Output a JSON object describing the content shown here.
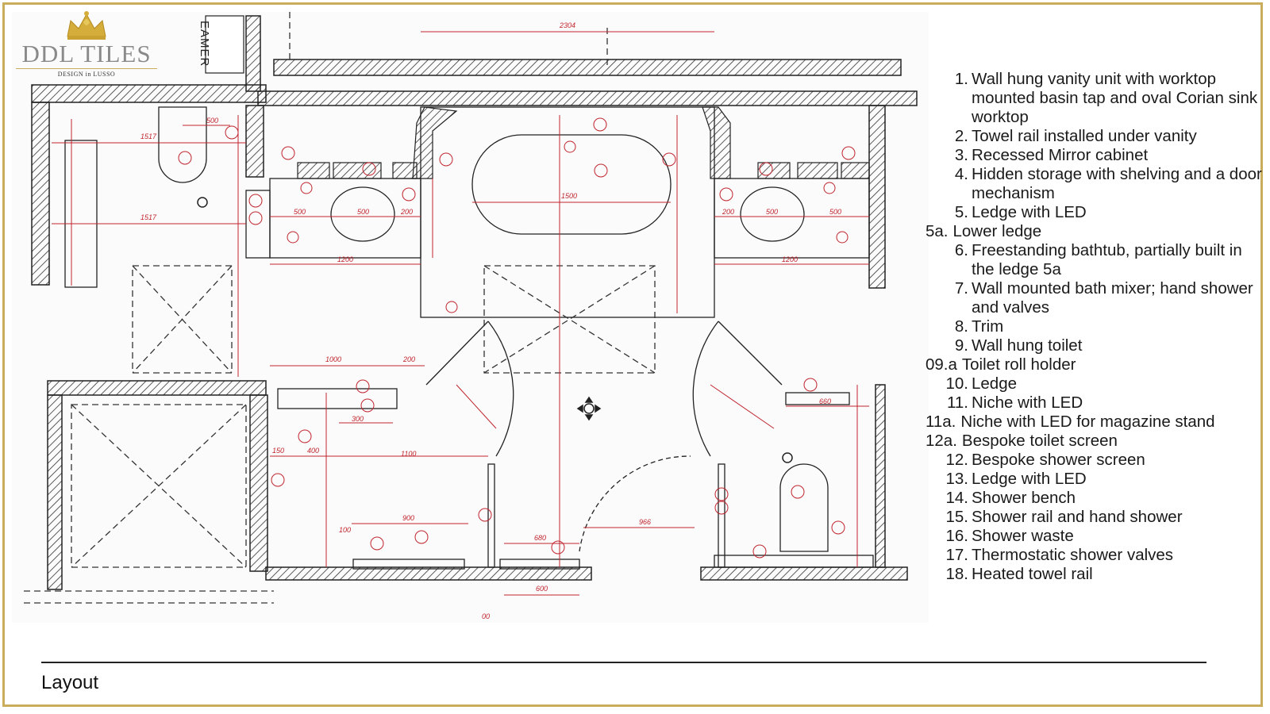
{
  "brand": {
    "name": "DDL TILES",
    "tagline": "DESIGN in LUSSO",
    "accent_color": "#c9ad5c"
  },
  "plan": {
    "room_tag": "EAMER",
    "dimension_color": "#c0252e"
  },
  "legend": [
    {
      "num": "1.",
      "text": "Wall hung vanity unit with worktop mounted basin tap and oval Corian sink worktop"
    },
    {
      "num": "2.",
      "text": "Towel rail installed under vanity"
    },
    {
      "num": "3.",
      "text": "Recessed Mirror cabinet"
    },
    {
      "num": "4.",
      "text": "Hidden storage with shelving and a door mechanism"
    },
    {
      "num": "5.",
      "text": " Ledge with LED"
    },
    {
      "num": "5a.",
      "text": "Lower ledge",
      "wide": true
    },
    {
      "num": "6.",
      "text": "Freestanding bathtub, partially built in the ledge 5a"
    },
    {
      "num": "7.",
      "text": "Wall mounted bath mixer; hand shower and valves"
    },
    {
      "num": "8.",
      "text": "Trim"
    },
    {
      "num": "9.",
      "text": "Wall hung toilet"
    },
    {
      "num": "09.a",
      "text": "Toilet roll holder",
      "wide": true
    },
    {
      "num": "10.",
      "text": "Ledge"
    },
    {
      "num": "11.",
      "text": " Niche with LED"
    },
    {
      "num": "11a.",
      "text": "Niche with LED for magazine stand",
      "wide": true
    },
    {
      "num": "12a.",
      "text": "Bespoke toilet screen",
      "wide": true
    },
    {
      "num": "12.",
      "text": "Bespoke shower screen"
    },
    {
      "num": "13.",
      "text": "Ledge with LED"
    },
    {
      "num": "14.",
      "text": "Shower bench"
    },
    {
      "num": "15.",
      "text": "Shower rail and hand shower"
    },
    {
      "num": "16.",
      "text": "Shower waste"
    },
    {
      "num": "17.",
      "text": "Thermostatic shower valves"
    },
    {
      "num": "18.",
      "text": "Heated towel rail"
    }
  ],
  "caption": "Layout"
}
